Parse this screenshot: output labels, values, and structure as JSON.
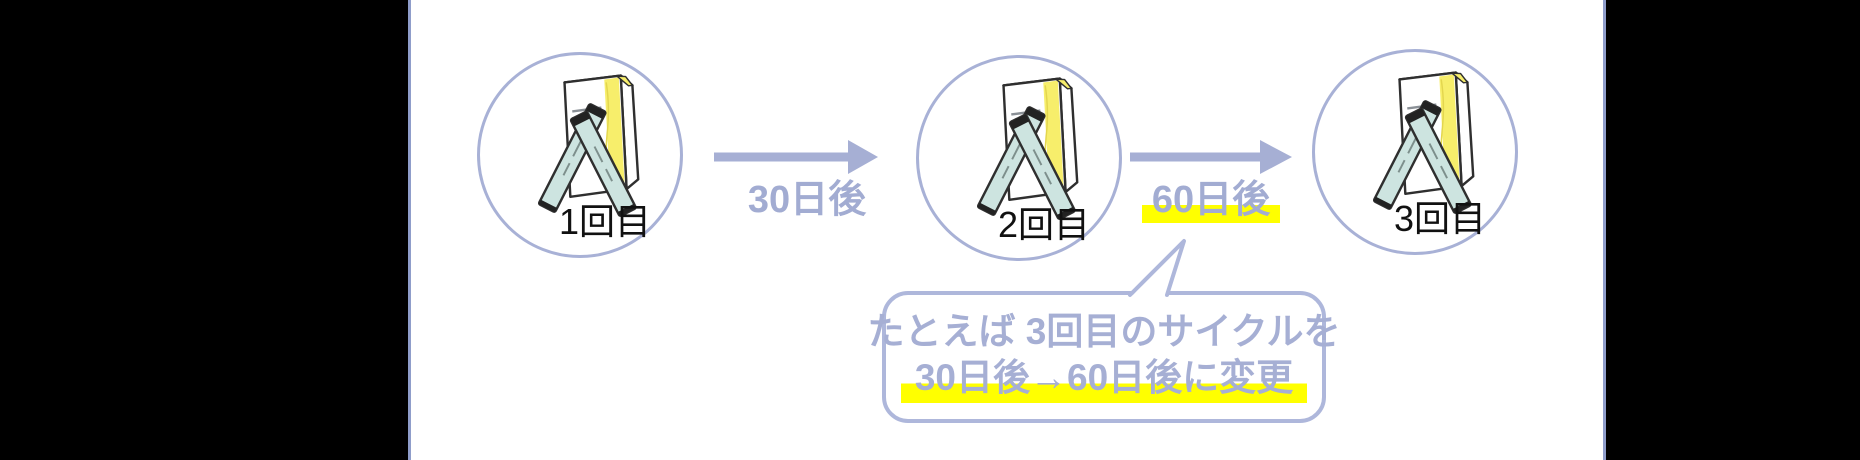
{
  "colors": {
    "background": "#000000",
    "panel_background": "#ffffff",
    "panel_edge": "#8f9dca",
    "accent_lavender": "#a6afd4",
    "text_black": "#111111",
    "highlight_yellow": "#ffff00",
    "box_yellow": "#f7ee6b",
    "stick_fill": "#cde4e0",
    "sketch_outline": "#2f2f2f"
  },
  "icons": {
    "product_box": "product-box-icon",
    "arrow_right": "right-arrow-icon",
    "speech_tail": "speech-bubble-tail"
  },
  "diagram": {
    "steps": [
      {
        "label": "1回目"
      },
      {
        "label": "2回目"
      },
      {
        "label": "3回目"
      }
    ],
    "transitions": [
      {
        "label": "30日後",
        "highlighted": false
      },
      {
        "label": "60日後",
        "highlighted": true
      }
    ],
    "callout": {
      "line1": "たとえば 3回目のサイクルを",
      "line2": "30日後→60日後に変更"
    }
  }
}
